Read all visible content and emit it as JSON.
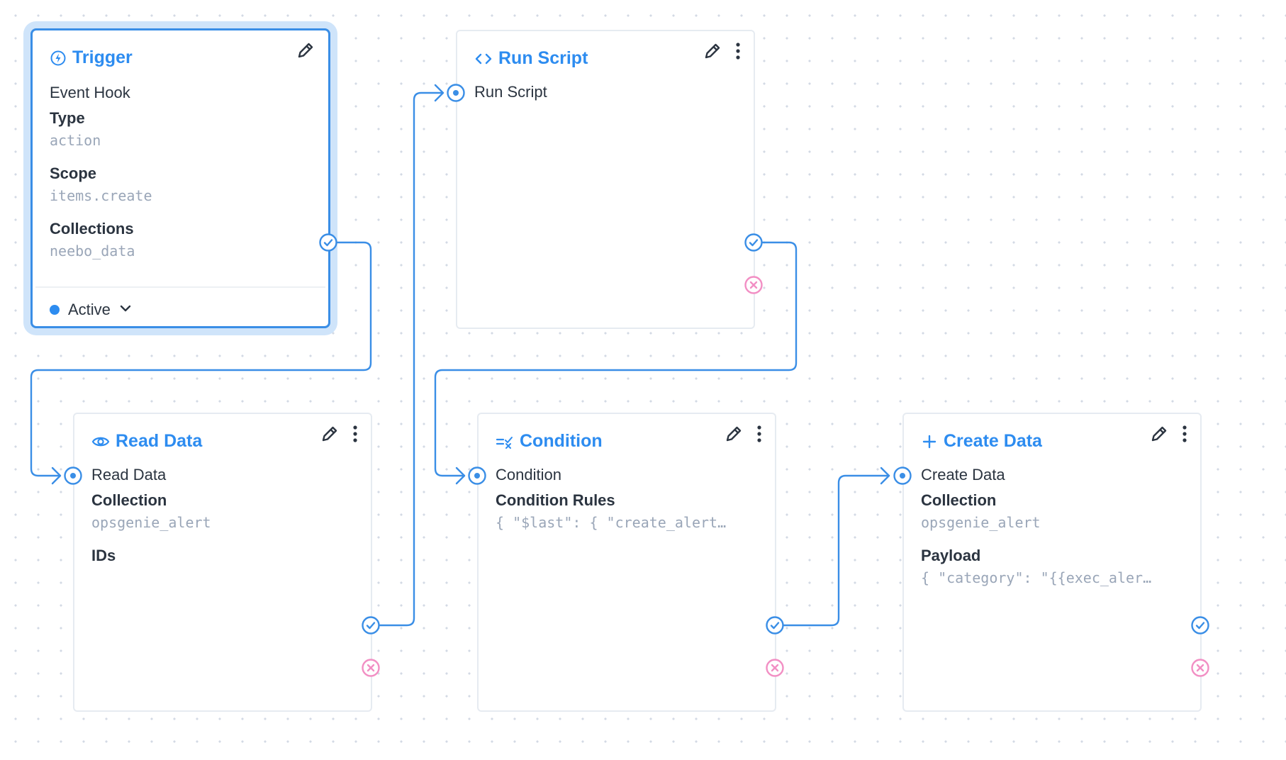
{
  "nodes": {
    "trigger": {
      "title": "Trigger",
      "icon": "bolt-circle-icon",
      "subtitle": "Event Hook",
      "type_label": "Type",
      "type_value": "action",
      "scope_label": "Scope",
      "scope_value": "items.create",
      "collections_label": "Collections",
      "collections_value": "neebo_data",
      "status": "Active"
    },
    "run_script": {
      "title": "Run Script",
      "icon": "code-icon",
      "subtitle": "Run Script"
    },
    "read_data": {
      "title": "Read Data",
      "icon": "eye-icon",
      "subtitle": "Read Data",
      "collection_label": "Collection",
      "collection_value": "opsgenie_alert",
      "ids_label": "IDs"
    },
    "condition": {
      "title": "Condition",
      "icon": "condition-icon",
      "subtitle": "Condition",
      "rules_label": "Condition Rules",
      "rules_value": "{ \"$last\": { \"create_alert…"
    },
    "create_data": {
      "title": "Create Data",
      "icon": "plus-icon",
      "subtitle": "Create Data",
      "collection_label": "Collection",
      "collection_value": "opsgenie_alert",
      "payload_label": "Payload",
      "payload_value": "{ \"category\": \"{{exec_aler…"
    }
  },
  "colors": {
    "accent": "#2d8cf0",
    "connector": "#3a8ee6",
    "reject": "#f28fc4",
    "selection_glow": "#cfe4fa",
    "muted_value": "#9aa6b8"
  }
}
